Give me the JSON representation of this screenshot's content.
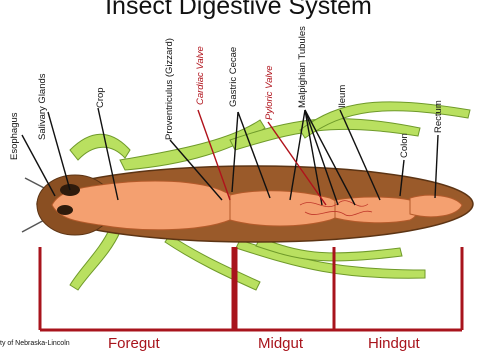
{
  "title": "Insect Digestive System",
  "labels": {
    "esophagus": "Esophagus",
    "salivary_glands": "Salivary Glands",
    "crop": "Crop",
    "proventriculus": "Proventriculus (Gizzard)",
    "cardiac_valve": "Cardiac Valve",
    "gastric_cecae": "Gastric Cecae",
    "pyloric_valve": "Pyloric Valve",
    "malpighian_tubules": "Malpighian Tubules",
    "ileum": "Ileum",
    "colon": "Colon",
    "rectum": "Rectum"
  },
  "segments": {
    "foregut": "Foregut",
    "midgut": "Midgut",
    "hindgut": "Hindgut"
  },
  "credit": "ty of Nebraska-Lincoln",
  "colors": {
    "bracket": "#a8141c",
    "legs": "#b9e060",
    "body": "#9a5a2a",
    "gut": "#f4a070"
  }
}
